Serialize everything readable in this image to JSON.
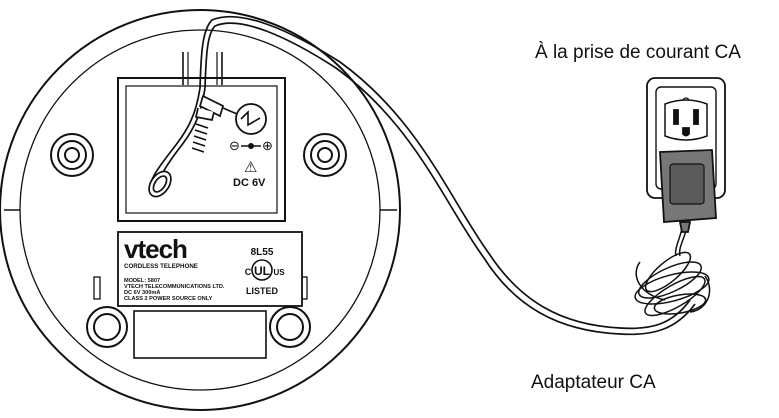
{
  "callouts": {
    "outlet": "À la prise de courant CA",
    "adapter": "Adaptateur CA"
  },
  "base_label": {
    "brand": "vtech",
    "product": "CORDLESS TELEPHONE",
    "model": "MODEL: 5807",
    "maker": "VTECH TELECOMMUNICATIONS LTD.",
    "rating": "DC 6V 300mA",
    "class": "CLASS 2 POWER SOURCE ONLY",
    "code": "8L55",
    "cert_c": "C",
    "cert_ul": "UL",
    "cert_us": "US",
    "cert_listed": "LISTED"
  },
  "jack": {
    "polarity_minus": "⊖",
    "polarity_plus": "⊕",
    "warning": "⚠",
    "voltage": "DC 6V"
  },
  "colors": {
    "line": "#111111",
    "adapter_body": "#777777",
    "adapter_face": "#5a5a5a",
    "outlet_plate": "#ffffff"
  },
  "icons": {
    "power_jack": "power-jack-icon",
    "warning": "warning-icon",
    "ul_mark": "ul-listed-icon"
  }
}
